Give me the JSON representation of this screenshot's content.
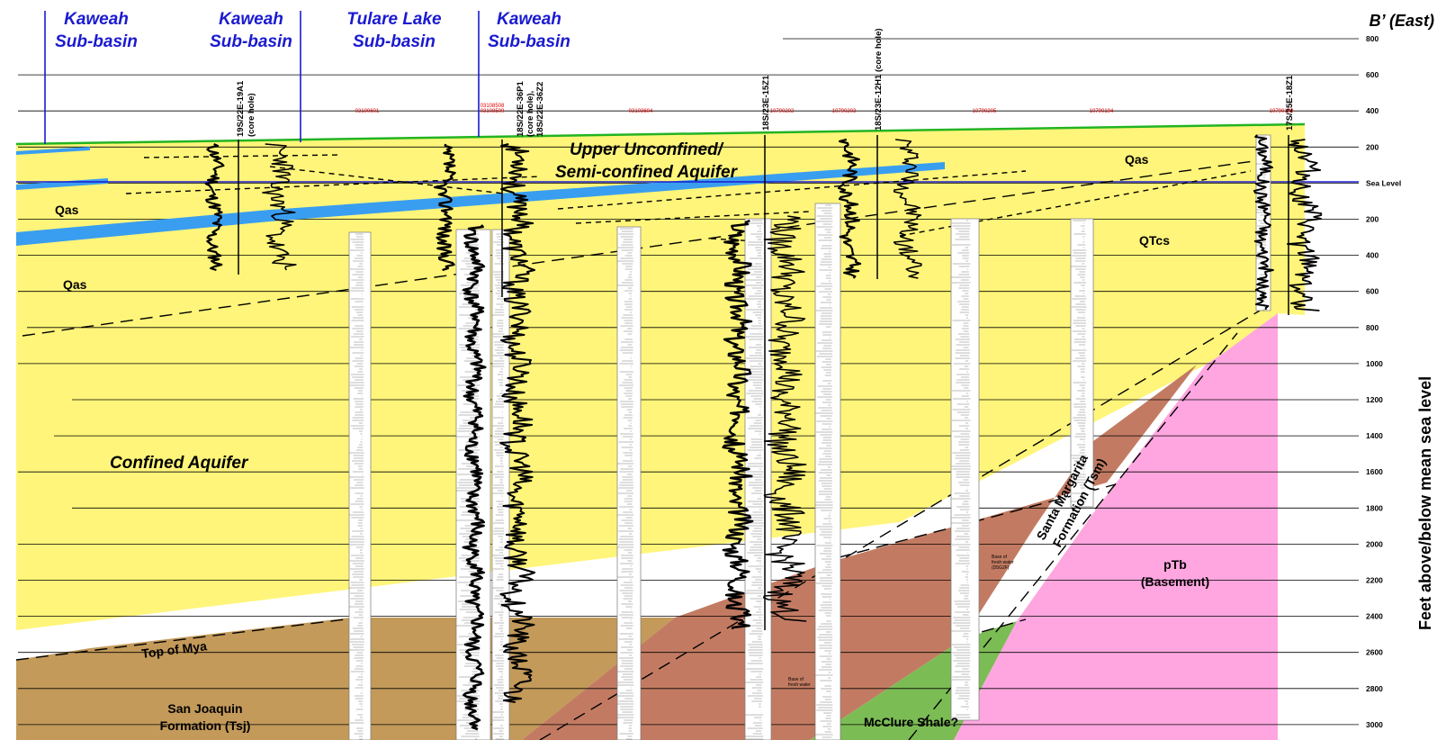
{
  "header": {
    "basins": [
      "Kaweah",
      "Sub-basin",
      "Kaweah",
      "Sub-basin",
      "Tulare Lake",
      "Sub-basin",
      "Kaweah",
      "Sub-basin"
    ],
    "section_end": "B’ (East)"
  },
  "axis": {
    "label": "Feet above/below mean sea level",
    "ticks": [
      "800",
      "600",
      "400",
      "200",
      "Sea Level",
      "200",
      "400",
      "600",
      "800",
      "1000",
      "1200",
      "1400",
      "1600",
      "1800",
      "2000",
      "2200",
      "2400",
      "2600",
      "2800",
      "3000"
    ]
  },
  "wells": {
    "w1": [
      "19S/22E-19A1",
      "(core hole)"
    ],
    "w2": [
      "18S/22E-36P1",
      "(core hole),",
      "18S/22E-36Z2"
    ],
    "w3": "18S/23E-15Z1",
    "w4": "18S/23E-12H1 (core hole)",
    "w5": "17S/25E-18Z1"
  },
  "log_codes": [
    "03100601",
    "03108508",
    "03108509",
    "03103604",
    "10790202",
    "10790203",
    "10790205",
    "10790194",
    "10790199"
  ],
  "units": {
    "upper_aquifer": [
      "Upper Unconfined/",
      "Semi-confined Aquifer"
    ],
    "qas": "Qas",
    "qtcs": "QTcs",
    "confined": "Confined Aquifer",
    "top_mya": "Top of Mya",
    "san_joaquin": [
      "San Joaquin",
      "Formation (Tsj)"
    ],
    "santa_margarita": [
      "Santa Margarita",
      "Formation (Tsm)"
    ],
    "basement": [
      "pTb",
      "(Basement)"
    ],
    "mcclure": "McClure Shale?"
  },
  "annotations": {
    "fresh_a": [
      "Base of",
      "fresh water"
    ],
    "fresh_b": [
      "Base of",
      "fresh water",
      "(D5G2F)"
    ]
  },
  "colors": {
    "qas_fill": "#fff57a",
    "san_joaquin_fill": "#c39a5a",
    "santa_margarita_fill": "#c27b62",
    "basement_fill": "#ffa6e0",
    "mcclure_fill": "#7cbc55",
    "clay_layer": "#3a9ef0",
    "ground_surface": "#22b422",
    "sea_level_line": "#1a1ad0",
    "basin_label": "#1a1ad0"
  }
}
